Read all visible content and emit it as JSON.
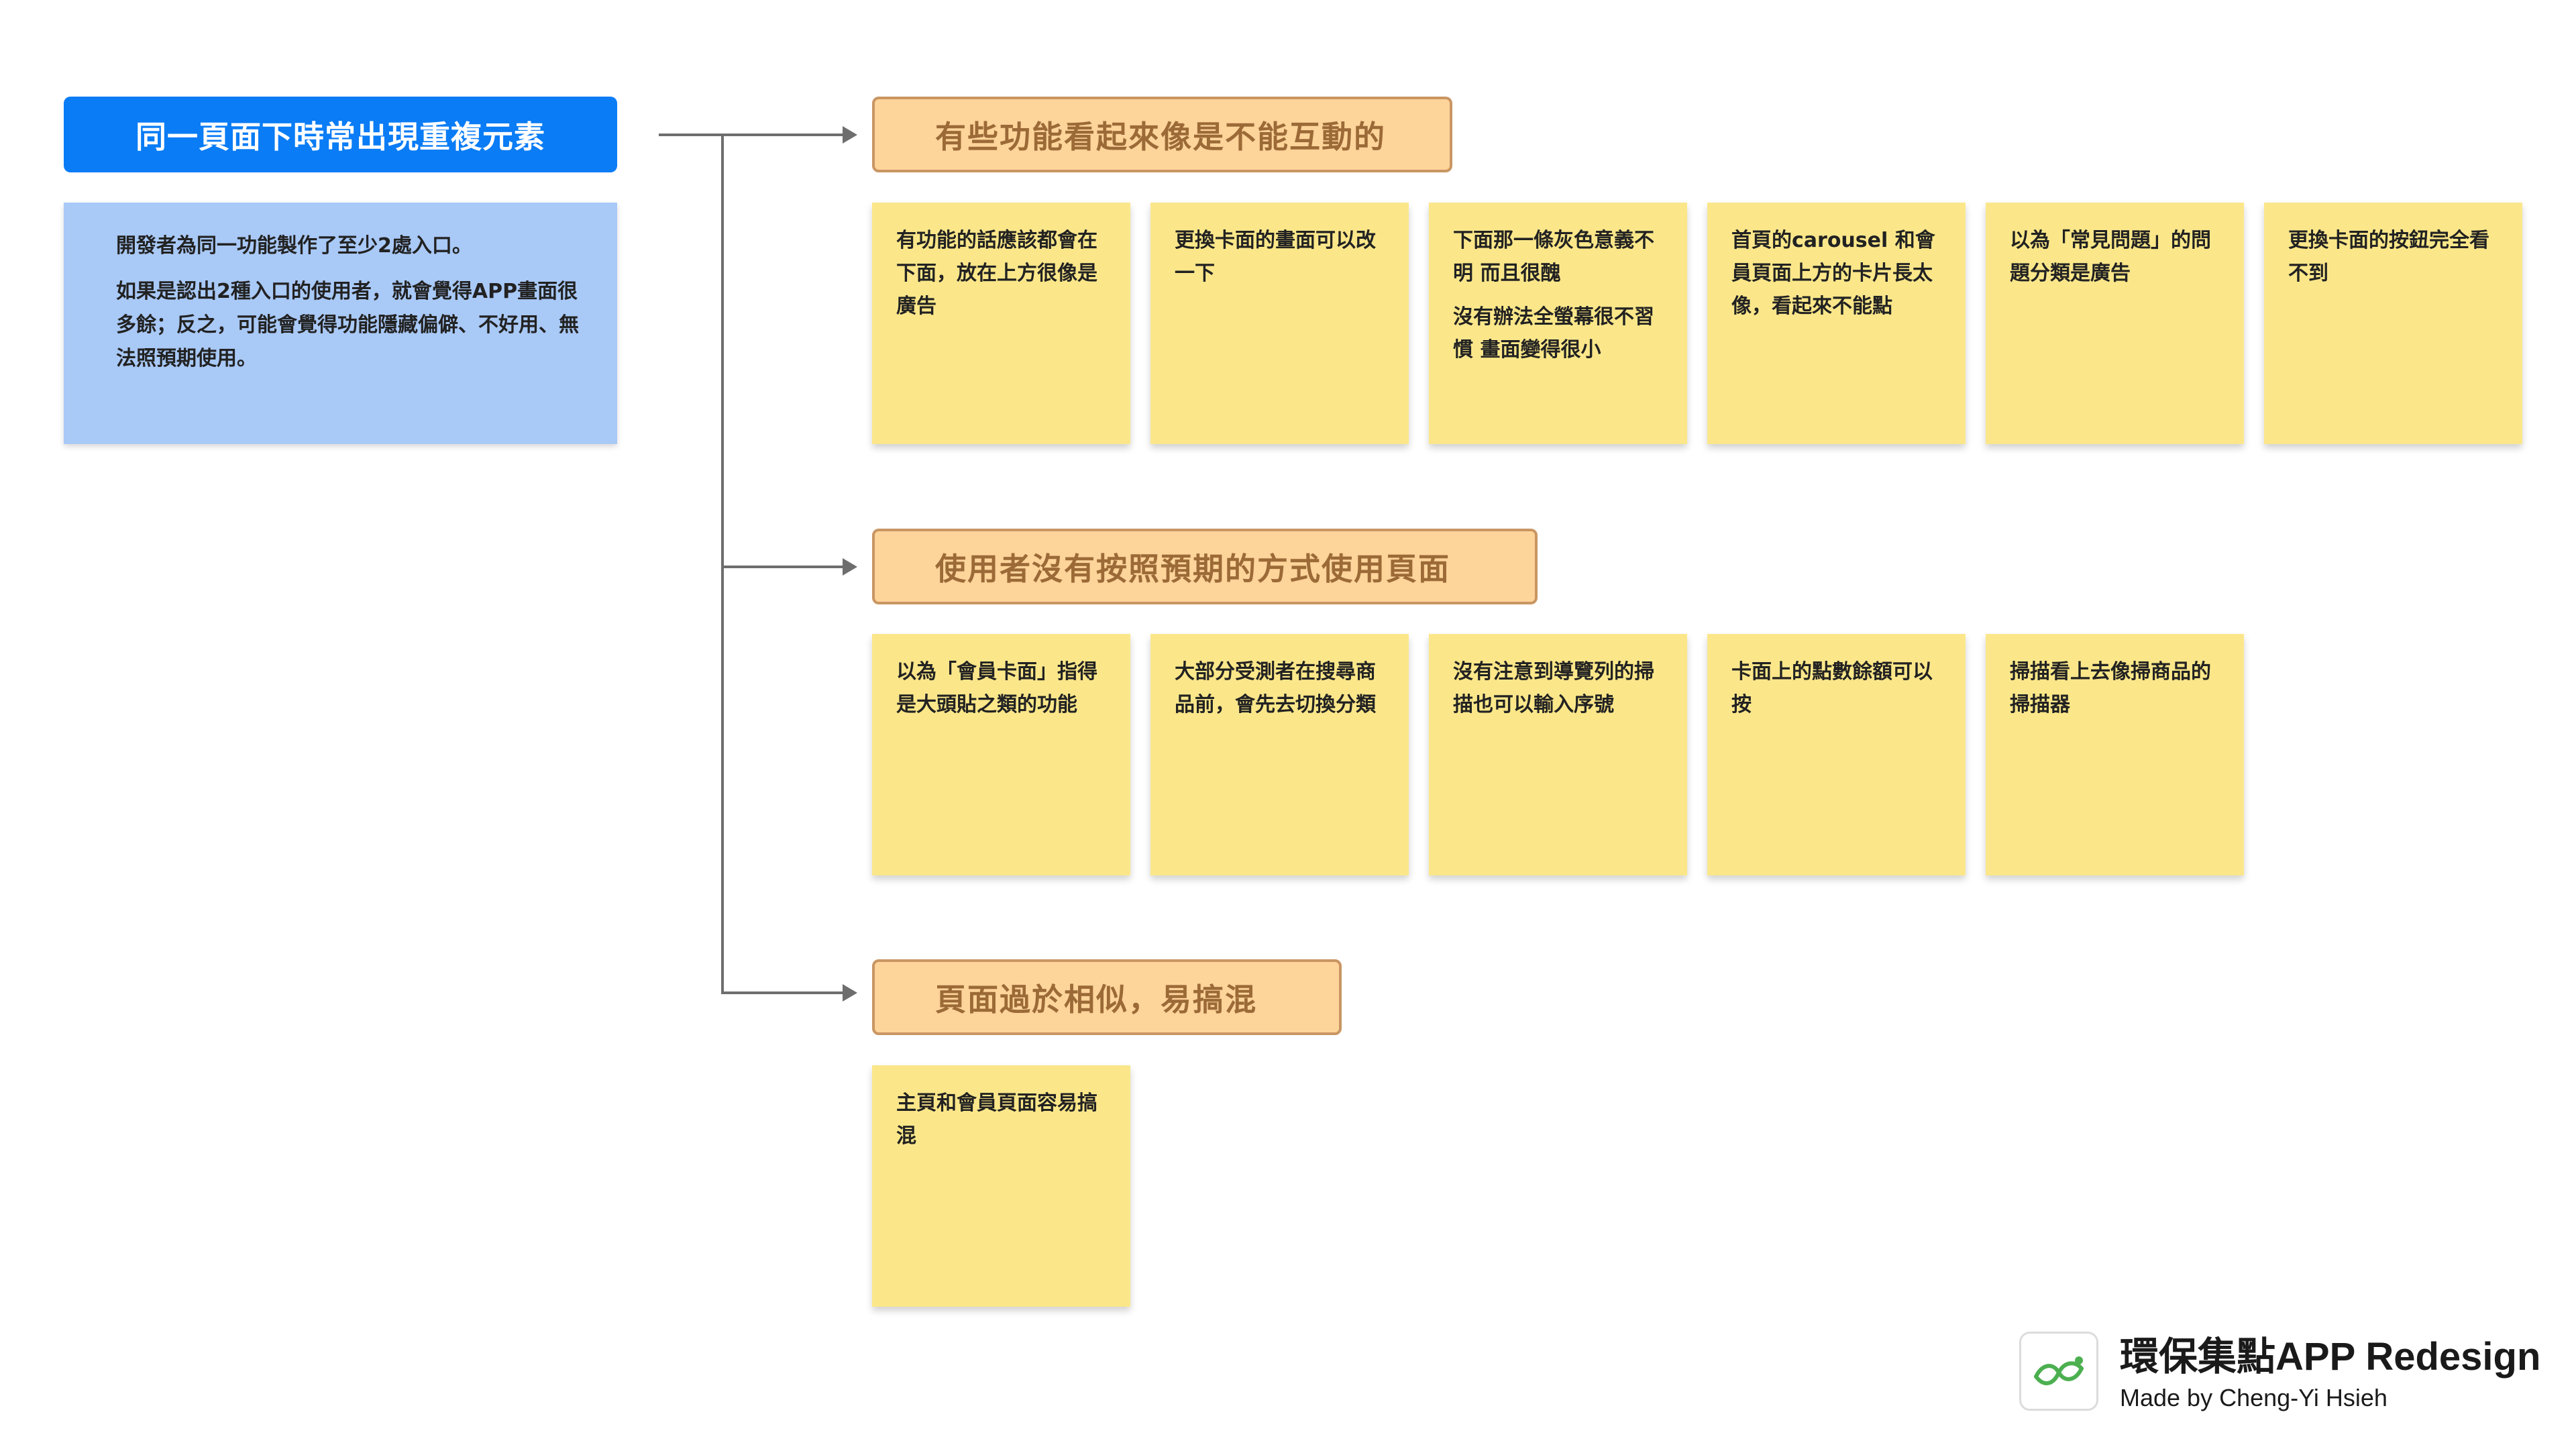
{
  "root": {
    "title": "同一頁面下時常出現重複元素",
    "description": [
      "開發者為同一功能製作了至少2處入口。",
      "如果是認出2種入口的使用者，就會覺得APP畫面很多餘；反之，可能會覺得功能隱藏偏僻、不好用、無法照預期使用。"
    ]
  },
  "categories": [
    {
      "title": "有些功能看起來像是不能互動的",
      "notes": [
        [
          "有功能的話應該都會在下面，放在上方很像是廣告"
        ],
        [
          "更換卡面的畫面可以改一下"
        ],
        [
          "下面那一條灰色意義不明 而且很醜",
          "沒有辦法全螢幕很不習慣 畫面變得很小"
        ],
        [
          "首頁的carousel 和會員頁面上方的卡片長太像，看起來不能點"
        ],
        [
          "以為「常見問題」的問題分類是廣告"
        ],
        [
          "更換卡面的按鈕完全看不到"
        ]
      ]
    },
    {
      "title": "使用者沒有按照預期的方式使用頁面",
      "notes": [
        [
          "以為「會員卡面」指得是大頭貼之類的功能"
        ],
        [
          "大部分受測者在搜尋商品前，會先去切換分類"
        ],
        [
          "沒有注意到導覽列的掃描也可以輸入序號"
        ],
        [
          "卡面上的點數餘額可以按"
        ],
        [
          "掃描看上去像掃商品的掃描器"
        ]
      ]
    },
    {
      "title": "頁面過於相似，易搞混",
      "notes": [
        [
          "主頁和會員頁面容易搞混"
        ]
      ]
    }
  ],
  "branding": {
    "title": "環保集點APP Redesign",
    "subtitle": "Made by Cheng-Yi Hsieh",
    "logo_icon": "leaf-loop-icon",
    "logo_color": "#4caf50"
  },
  "colors": {
    "root_title_bg": "#0a7cf5",
    "root_desc_bg": "#a9c9f7",
    "category_bg": "#fdd49a",
    "category_border": "#c99663",
    "category_text": "#9b6a37",
    "note_bg": "#fbe78a"
  }
}
